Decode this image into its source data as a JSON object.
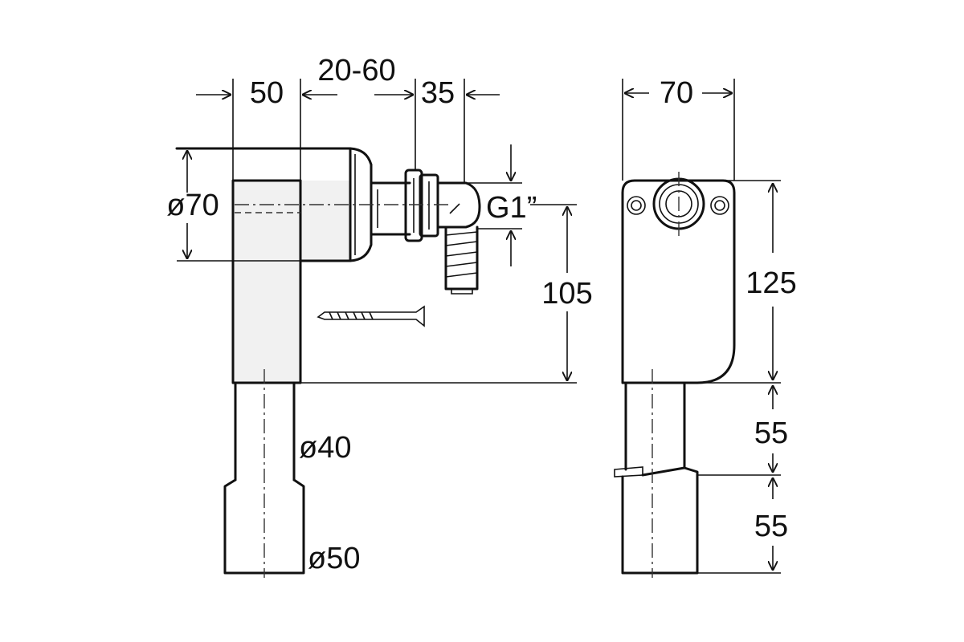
{
  "drawing": {
    "colors": {
      "line": "#111111",
      "background": "#ffffff",
      "shade": "#f1f1f1"
    },
    "front_view": {
      "dim_top_left": "50",
      "dim_top_middle": "20-60",
      "dim_top_right": "35",
      "dim_body_diameter": "ø70",
      "dim_thread": "G1”",
      "dim_height": "105",
      "dim_pipe_diameter": "ø40",
      "dim_socket_diameter": "ø50"
    },
    "side_view": {
      "dim_width": "70",
      "dim_body_height": "125",
      "dim_pipe_length": "55",
      "dim_socket_length": "55"
    }
  }
}
